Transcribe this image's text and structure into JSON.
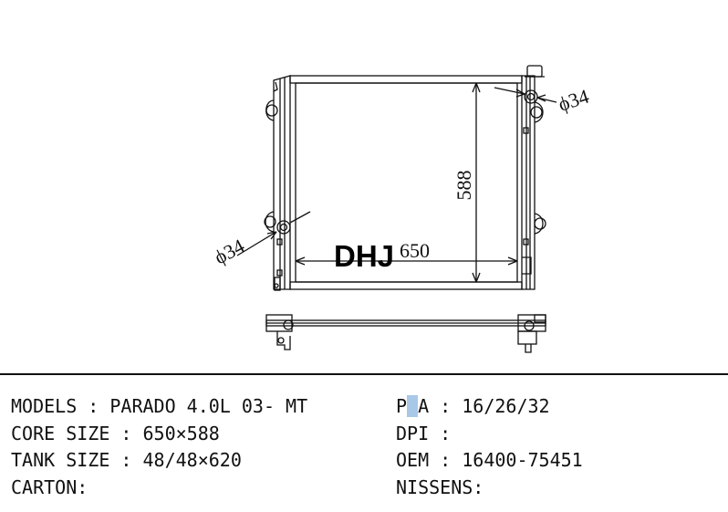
{
  "drawing": {
    "dim_width": "650",
    "dim_height": "588",
    "dim_inlet": "ϕ34",
    "dim_outlet": "ϕ34",
    "brand": "DHJ"
  },
  "specs": {
    "models": "MODELS : PARADO 4.0L 03- MT",
    "core_size": "CORE SIZE : 650×588",
    "tank_size": "TANK SIZE : 48/48×620",
    "carton": "CARTON:",
    "pa_prefix": "P",
    "pa_highlight": " ",
    "pa_rest": "A : 16/26/32",
    "dpi": "DPI :",
    "oem": "OEM : 16400-75451",
    "nissens": "NISSENS:"
  }
}
